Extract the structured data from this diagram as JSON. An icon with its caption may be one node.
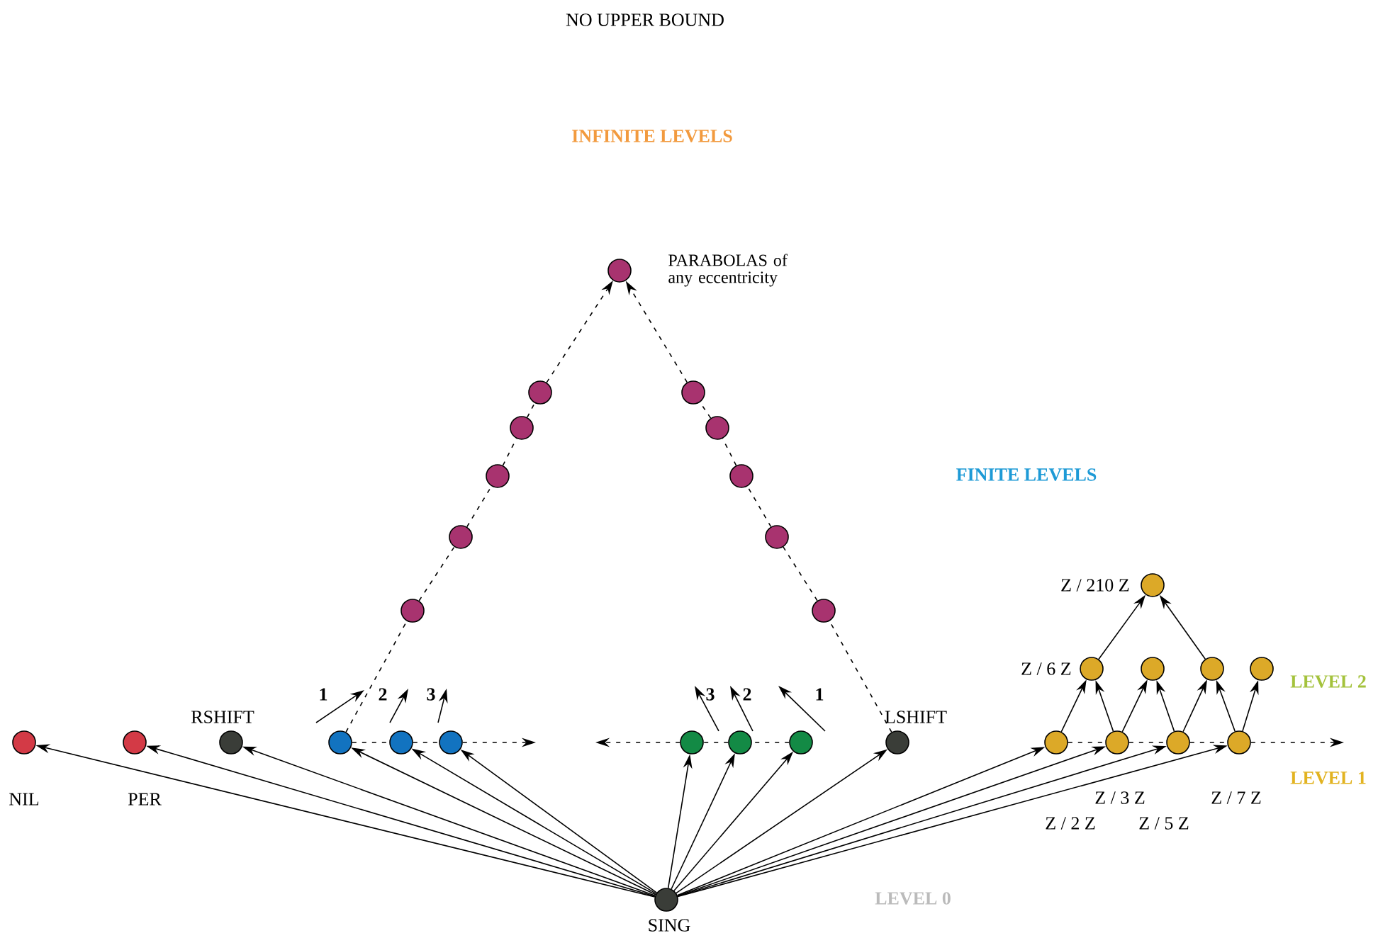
{
  "diagram": {
    "title": "NO UPPER BOUND",
    "nodes": [
      {
        "text": [],
        "shape": "circle",
        "beside": [
          "NIL"
        ]
      },
      {
        "text": [],
        "shape": "circle",
        "beside": [
          "PER"
        ]
      },
      {
        "text": [],
        "shape": "circle",
        "beside": [
          "RSHIFT"
        ]
      },
      {
        "text": [],
        "shape": "circle"
      },
      {
        "text": [],
        "shape": "circle"
      },
      {
        "text": [],
        "shape": "circle"
      },
      {
        "text": [],
        "shape": "circle"
      },
      {
        "text": [],
        "shape": "circle"
      },
      {
        "text": [],
        "shape": "circle"
      },
      {
        "text": [],
        "shape": "circle",
        "beside": [
          "LSHIFT"
        ]
      },
      {
        "text": [],
        "shape": "circle",
        "beside": [
          "Z / 2 Z"
        ]
      },
      {
        "text": [],
        "shape": "circle",
        "beside": [
          "Z / 3 Z"
        ]
      },
      {
        "text": [],
        "shape": "circle",
        "beside": [
          "Z / 5 Z"
        ]
      },
      {
        "text": [],
        "shape": "circle",
        "beside": [
          "Z / 7 Z"
        ]
      },
      {
        "text": [],
        "shape": "circle",
        "beside": [
          "Z / 6 Z"
        ]
      },
      {
        "text": [],
        "shape": "circle"
      },
      {
        "text": [],
        "shape": "circle"
      },
      {
        "text": [],
        "shape": "circle"
      },
      {
        "text": [],
        "shape": "circle",
        "beside": [
          "Z / 210 Z"
        ]
      },
      {
        "text": [],
        "shape": "circle",
        "beside": [
          "SING"
        ]
      },
      {
        "text": [],
        "shape": "circle",
        "beside": [
          "PARABOLAS of any eccentricity"
        ]
      },
      {
        "text": [],
        "shape": "circle"
      },
      {
        "text": [],
        "shape": "circle"
      },
      {
        "text": [],
        "shape": "circle"
      },
      {
        "text": [],
        "shape": "circle"
      },
      {
        "text": [],
        "shape": "circle"
      },
      {
        "text": [],
        "shape": "circle"
      },
      {
        "text": [],
        "shape": "circle"
      },
      {
        "text": [],
        "shape": "circle"
      },
      {
        "text": [],
        "shape": "circle"
      },
      {
        "text": [],
        "shape": "circle"
      }
    ],
    "edges": [
      {
        "from": 19,
        "to": 0,
        "arrow": "to"
      },
      {
        "from": 19,
        "to": 1,
        "arrow": "to"
      },
      {
        "from": 19,
        "to": 2,
        "arrow": "to"
      },
      {
        "from": 19,
        "to": 3,
        "arrow": "to"
      },
      {
        "from": 19,
        "to": 4,
        "arrow": "to"
      },
      {
        "from": 19,
        "to": 5,
        "arrow": "to"
      },
      {
        "from": 19,
        "to": 6,
        "arrow": "to"
      },
      {
        "from": 19,
        "to": 7,
        "arrow": "to"
      },
      {
        "from": 19,
        "to": 8,
        "arrow": "to"
      },
      {
        "from": 19,
        "to": 9,
        "arrow": "to"
      },
      {
        "from": 19,
        "to": 10,
        "arrow": "to"
      },
      {
        "from": 19,
        "to": 11,
        "arrow": "to"
      },
      {
        "from": 19,
        "to": 12,
        "arrow": "to"
      },
      {
        "from": 19,
        "to": 13,
        "arrow": "to"
      },
      {
        "from": 10,
        "to": 14,
        "arrow": "to"
      },
      {
        "from": 11,
        "to": 14,
        "arrow": "to"
      },
      {
        "from": 11,
        "to": 15,
        "arrow": "to"
      },
      {
        "from": 12,
        "to": 15,
        "arrow": "to"
      },
      {
        "from": 12,
        "to": 16,
        "arrow": "to"
      },
      {
        "from": 13,
        "to": 16,
        "arrow": "to"
      },
      {
        "from": 13,
        "to": 17,
        "arrow": "to"
      },
      {
        "from": 14,
        "to": 18,
        "arrow": "to"
      },
      {
        "from": 16,
        "to": 18,
        "arrow": "to"
      },
      {
        "from": 3,
        "to": 4,
        "arrow": "none",
        "style": "dashed"
      },
      {
        "from": 4,
        "to": 5,
        "arrow": "none",
        "style": "dashed"
      },
      {
        "from": 5,
        "to": null,
        "arrow": "to",
        "style": "dashed"
      },
      {
        "from": 8,
        "to": 7,
        "arrow": "none",
        "style": "dashed"
      },
      {
        "from": 7,
        "to": 6,
        "arrow": "none",
        "style": "dashed"
      },
      {
        "from": 6,
        "to": null,
        "arrow": "to",
        "style": "dashed"
      },
      {
        "from": 10,
        "to": 11,
        "arrow": "none",
        "style": "dashed"
      },
      {
        "from": 11,
        "to": 12,
        "arrow": "none",
        "style": "dashed"
      },
      {
        "from": 12,
        "to": 13,
        "arrow": "none",
        "style": "dashed"
      },
      {
        "from": 13,
        "to": null,
        "arrow": "to",
        "style": "dashed"
      },
      {
        "from": 3,
        "to": 25,
        "arrow": "none",
        "style": "dashed"
      },
      {
        "from": 25,
        "to": 24,
        "arrow": "none",
        "style": "dashed"
      },
      {
        "from": 24,
        "to": 23,
        "arrow": "none",
        "style": "dashed"
      },
      {
        "from": 23,
        "to": 22,
        "arrow": "none",
        "style": "dashed"
      },
      {
        "from": 22,
        "to": 21,
        "arrow": "none",
        "style": "dashed"
      },
      {
        "from": 21,
        "to": 20,
        "arrow": "to",
        "style": "dashed"
      },
      {
        "from": 9,
        "to": 30,
        "arrow": "none",
        "style": "dashed"
      },
      {
        "from": 30,
        "to": 29,
        "arrow": "none",
        "style": "dashed"
      },
      {
        "from": 29,
        "to": 28,
        "arrow": "none",
        "style": "dashed"
      },
      {
        "from": 28,
        "to": 27,
        "arrow": "none",
        "style": "dashed"
      },
      {
        "from": 27,
        "to": 26,
        "arrow": "none",
        "style": "dashed"
      },
      {
        "from": 26,
        "to": 20,
        "arrow": "to",
        "style": "dashed"
      }
    ],
    "labels": [
      "INFINITE LEVELS",
      "FINITE LEVELS",
      "1",
      "2",
      "3",
      "3",
      "2",
      "1",
      "LEVEL 2",
      "LEVEL 1",
      "LEVEL 0"
    ]
  }
}
